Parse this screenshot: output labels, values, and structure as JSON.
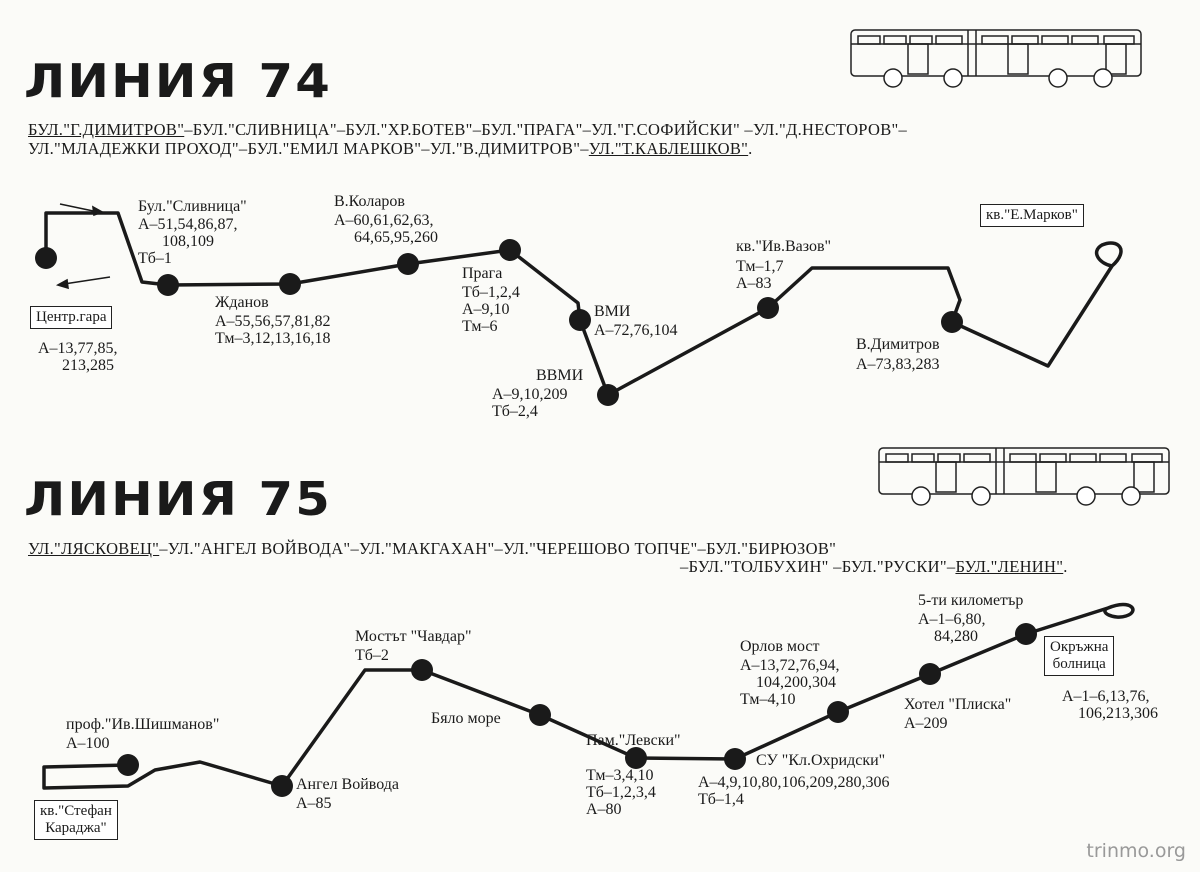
{
  "line74": {
    "title": "ЛИНИЯ 74",
    "route_line1": [
      "БУЛ.\"Г.ДИМИТРОВ\"",
      "–БУЛ.\"СЛИВНИЦА\"–БУЛ.\"ХР.БОТЕВ\"–БУЛ.\"ПРАГА\"–УЛ.\"Г.СОФИЙСКИ\" –УЛ.\"Д.НЕСТОРОВ\"–"
    ],
    "route_line2": [
      "УЛ.\"МЛАДЕЖКИ ПРОХОД\"–БУЛ.\"ЕМИЛ МАРКОВ\"–УЛ.\"В.ДИМИТРОВ\"–",
      "УЛ.\"Т.КАБЛЕШКОВ\"",
      "."
    ],
    "terminal_start": "Центр.гара",
    "terminal_start_lines": "А–13,77,85,\n      213,285",
    "terminal_end": "кв.\"Е.Марков\"",
    "stops": [
      {
        "name": "Бул.\"Сливница\"",
        "lines": "А–51,54,86,87,\n      108,109\nТб–1"
      },
      {
        "name": "Жданов",
        "lines": "А–55,56,57,81,82\nТм–3,12,13,16,18"
      },
      {
        "name": "В.Коларов",
        "lines": "А–60,61,62,63,\n     64,65,95,260"
      },
      {
        "name": "Прага",
        "lines": "Тб–1,2,4\nА–9,10\nТм–6"
      },
      {
        "name": "ВМИ",
        "lines": "А–72,76,104"
      },
      {
        "name": "ВВМИ",
        "lines": "А–9,10,209\nТб–2,4"
      },
      {
        "name": "кв.\"Ив.Вазов\"",
        "lines": "Тм–1,7\nА–83"
      },
      {
        "name": "В.Димитров",
        "lines": "А–73,83,283"
      }
    ]
  },
  "line75": {
    "title": "ЛИНИЯ 75",
    "route_line1": [
      "УЛ.\"ЛЯСКОВЕЦ\"",
      "–УЛ.\"АНГЕЛ ВОЙВОДА\"–УЛ.\"МАКГАХАН\"–УЛ.\"ЧЕРЕШОВО ТОПЧЕ\"–БУЛ.\"БИРЮЗОВ\""
    ],
    "route_line2": [
      "–БУЛ.\"ТОЛБУХИН\" –БУЛ.\"РУСКИ\"–",
      "БУЛ.\"ЛЕНИН\"",
      "."
    ],
    "terminal_start": "кв.\"Стефан\nКараджа\"",
    "terminal_end": "Окръжна\nболница",
    "terminal_end_lines": "А–1–6,13,76,\n    106,213,306",
    "stops": [
      {
        "name": "проф.\"Ив.Шишманов\"",
        "lines": "А–100"
      },
      {
        "name": "Ангел Войвода",
        "lines": "А–85"
      },
      {
        "name": "Мостът \"Чавдар\"",
        "lines": "Тб–2"
      },
      {
        "name": "Бяло море",
        "lines": ""
      },
      {
        "name": "Пам.\"Левски\"",
        "lines": "Тм–3,4,10\nТб–1,2,3,4\nА–80"
      },
      {
        "name": "СУ \"Кл.Охридски\"",
        "lines": "А–4,9,10,80,106,209,280,306\nТб–1,4"
      },
      {
        "name": "Орлов мост",
        "lines": "А–13,72,76,94,\n    104,200,304\nТм–4,10"
      },
      {
        "name": "Хотел \"Плиска\"",
        "lines": "А–209"
      },
      {
        "name": "5-ти километър",
        "lines": "А–1–6,80,\n    84,280"
      }
    ]
  },
  "watermark": "trinmo.org"
}
